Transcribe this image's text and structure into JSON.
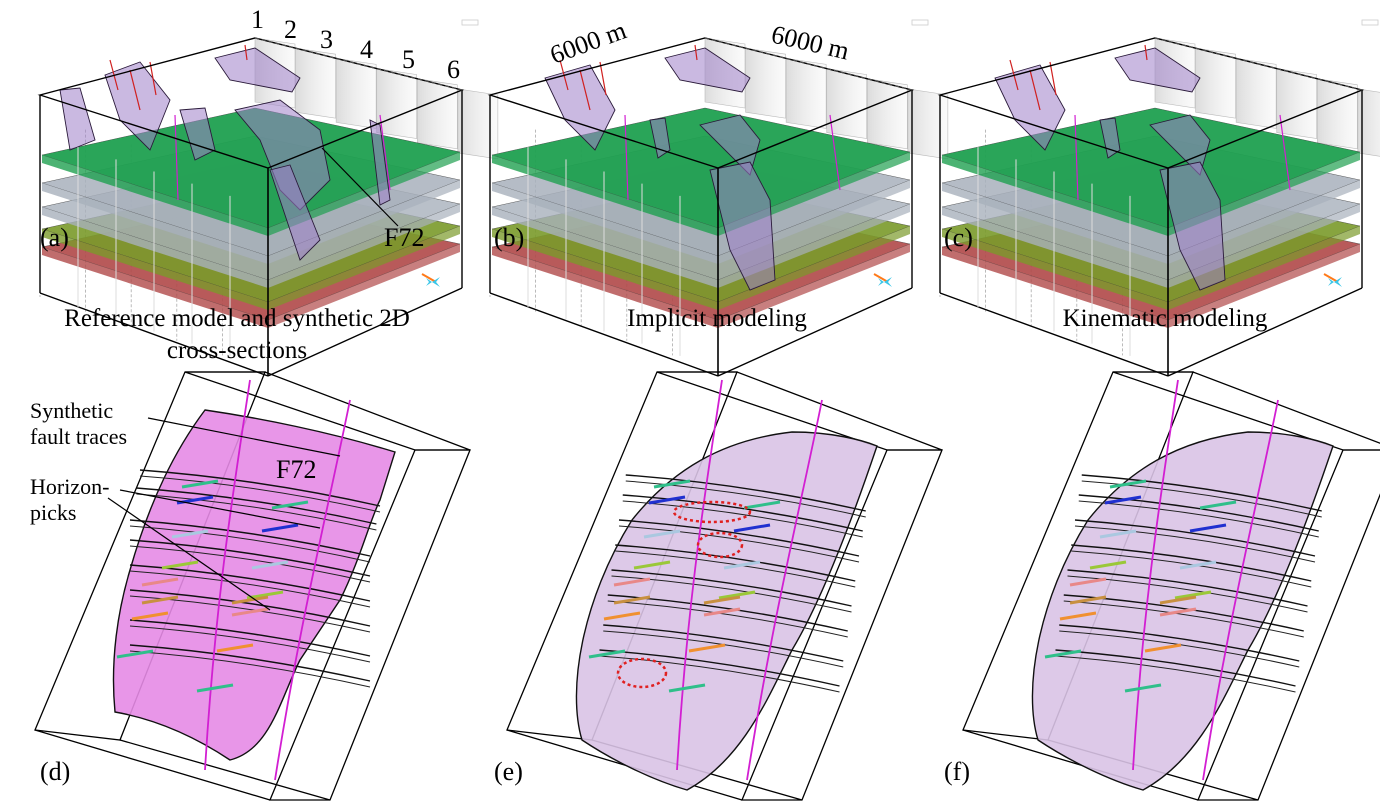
{
  "panels_top": [
    {
      "letter": "(a)",
      "caption_line1": "Reference model and synthetic 2D",
      "caption_line2": "cross-sections",
      "fault_label": "F72"
    },
    {
      "letter": "(b)",
      "caption_line1": "Implicit modeling",
      "dim_left": "6000 m",
      "dim_right": "6000 m"
    },
    {
      "letter": "(c)",
      "caption_line1": "Kinematic modeling"
    }
  ],
  "section_numbers": [
    "1",
    "2",
    "3",
    "4",
    "5",
    "6"
  ],
  "panels_bottom": [
    {
      "letter": "(d)",
      "label_traces_1": "Synthetic",
      "label_traces_2": "fault traces",
      "label_picks_1": "Horizon-",
      "label_picks_2": "picks",
      "fault_label": "F72"
    },
    {
      "letter": "(e)"
    },
    {
      "letter": "(f)"
    }
  ],
  "colors": {
    "horizon_green": "#1fa050",
    "horizon_grey": "#a8b0bc",
    "horizon_olive": "#7a9a2a",
    "horizon_red": "#b04848",
    "fault_purple": "#9e7fc8",
    "fault_surface_d": "#e58be6",
    "fault_surface_ef": "#d9c3e6",
    "trace_magenta": "#d21fd2",
    "error_ellipse": "#e02020"
  }
}
